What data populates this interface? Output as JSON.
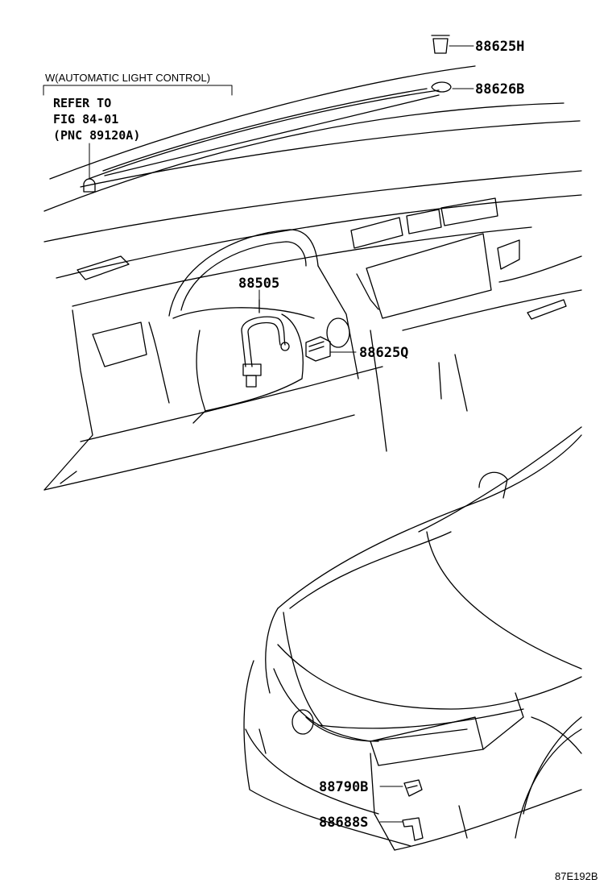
{
  "condition_label": "W(AUTOMATIC LIGHT CONTROL)",
  "note_lines": [
    "REFER TO",
    "FIG 84-01",
    "(PNC 89120A)"
  ],
  "callouts": {
    "p88625H": "88625H",
    "p88626B": "88626B",
    "p88505": "88505",
    "p88625Q": "88625Q",
    "p88790B": "88790B",
    "p88688S": "88688S"
  },
  "diagram_code": "87E192B"
}
